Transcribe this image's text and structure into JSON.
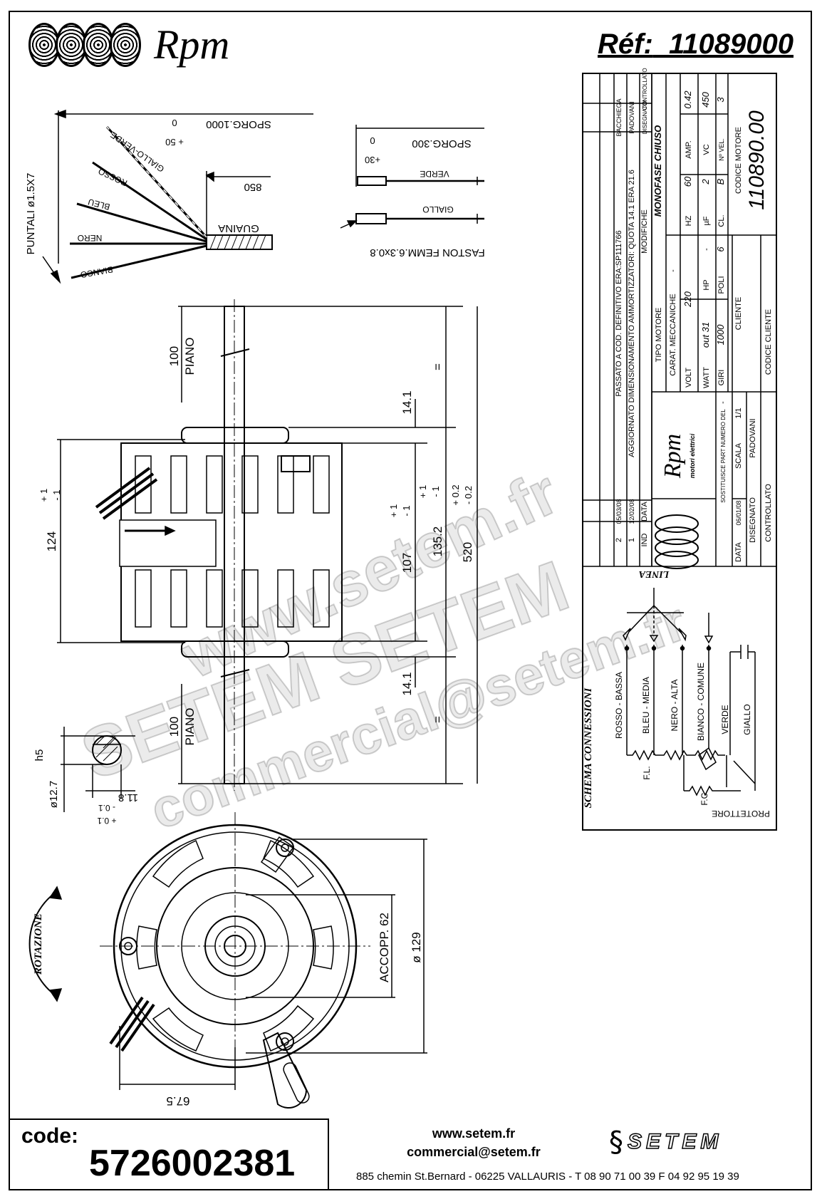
{
  "header": {
    "brand": "Rpm",
    "ref_label": "Réf:",
    "ref_value": "11089000"
  },
  "wires": {
    "puntali": "PUNTALI ø1.5X7",
    "sporg_1000": "SPORG.1000",
    "tol_top": "0",
    "tol_bottom": "+ 50",
    "dim_850": "850",
    "guaina": "GUAINA",
    "colors": [
      "GIALLO-VERDE",
      "ROSSO",
      "BLEU",
      "NERO",
      "BIANCO"
    ]
  },
  "faston": {
    "sporg_300": "SPORG.300",
    "tol_top": "0",
    "tol_bottom": "+30",
    "verde": "VERDE",
    "giallo": "GIALLO",
    "label": "FASTON FEMM.6.3x0.8"
  },
  "dimensions": {
    "piano": "PIANO",
    "d100": "100",
    "d14_1": "14.1",
    "d124": "124",
    "d107": "107",
    "d135_2": "135.2",
    "d520": "520",
    "tol_p1": "+ 1",
    "tol_m1": "- 1",
    "tol_p02": "+ 0.2",
    "tol_m02": "- 0.2",
    "eq": "=",
    "h5": "h5",
    "shaft_d": "ø12.7",
    "flat": "11.8",
    "flat_tol_top": "- 0.1",
    "flat_tol_bottom": "+ 0.1",
    "rotazione": "ROTAZIONE",
    "accopp": "ACCOPP. 62",
    "d129": "ø 129",
    "d67_5": "67.5"
  },
  "revisions": {
    "heading": "MODIFICHE",
    "ind": "IND",
    "data": "DATA",
    "rows": [
      {
        "ind": "2",
        "date": "05/03/08",
        "text": "PASSATO A COD. DEFINITIVO ERA:SP111766",
        "by1": "BACCHIEGA"
      },
      {
        "ind": "1",
        "date": "12/02/08",
        "text": "AGGIORNATO DIMENSIONAMENTO AMMORTIZZATORI: QUOTA 14.1 ERA 21.6",
        "by1": "PADOVANI"
      }
    ],
    "disegnato": "DISEGNATO",
    "controllato": "CONTROLLATO"
  },
  "motor": {
    "tipo_label": "TIPO MOTORE",
    "tipo_value": "MONOFASE CHIUSO",
    "carat_label": "CARAT. MECCANICHE",
    "carat_value": "-",
    "volt_label": "VOLT",
    "volt": "220",
    "hz_label": "HZ",
    "hz": "60",
    "amp_label": "AMP.",
    "amp": "0.42",
    "watt_label": "WATT",
    "watt": "out 31",
    "hp_label": "HP",
    "hp": "-",
    "uf_label": "µF",
    "uf": "2",
    "vc_label": "VC",
    "vc": "450",
    "giri_label": "GIRI",
    "giri": "1000",
    "poli_label": "POLI",
    "poli": "6",
    "cl_label": "CL.",
    "cl": "B",
    "nvel_label": "Nº VEL.",
    "nvel": "3",
    "cliente_label": "CLIENTE",
    "codice_motore_label": "CODICE MOTORE",
    "codice_motore": "110890.00",
    "codice_cliente_label": "CODICE CLIENTE"
  },
  "title_block": {
    "brand": "Rpm",
    "sub": "motori elettrici",
    "sostituisce": "SOSTITUISCE PART NUMERO DEL",
    "sostituisce_val": "-",
    "data_label": "DATA",
    "data_val": "06/01/08",
    "scala_label": "SCALA",
    "scala_val": "1/1",
    "disegnato": "DISEGNATO",
    "disegnato_val": "PADOVANI",
    "controllato": "CONTROLLATO"
  },
  "schema": {
    "title": "SCHEMA CONNESSIONI",
    "linea": "LINEA",
    "wires": [
      "ROSSO - BASSA",
      "BLEU - MEDIA",
      "NERO - ALTA",
      "BIANCO - COMUNE"
    ],
    "verde": "VERDE",
    "giallo": "GIALLO",
    "fl": "F.L.",
    "fc": "F.C.",
    "protettore": "PROTETTORE"
  },
  "footer": {
    "code_label": "code:",
    "code_value": "5726002381",
    "web": "www.setem.fr",
    "email": "commercial@setem.fr",
    "address": "885 chemin St.Bernard  -  06225 VALLAURIS  -  T 08 90 71 00 39  F 04 92 95 19 39",
    "setem": "SETEM"
  },
  "watermark": {
    "www": "www.setem.fr",
    "setem": "SETEM  SETEM",
    "email": "commercial@setem.fr"
  }
}
